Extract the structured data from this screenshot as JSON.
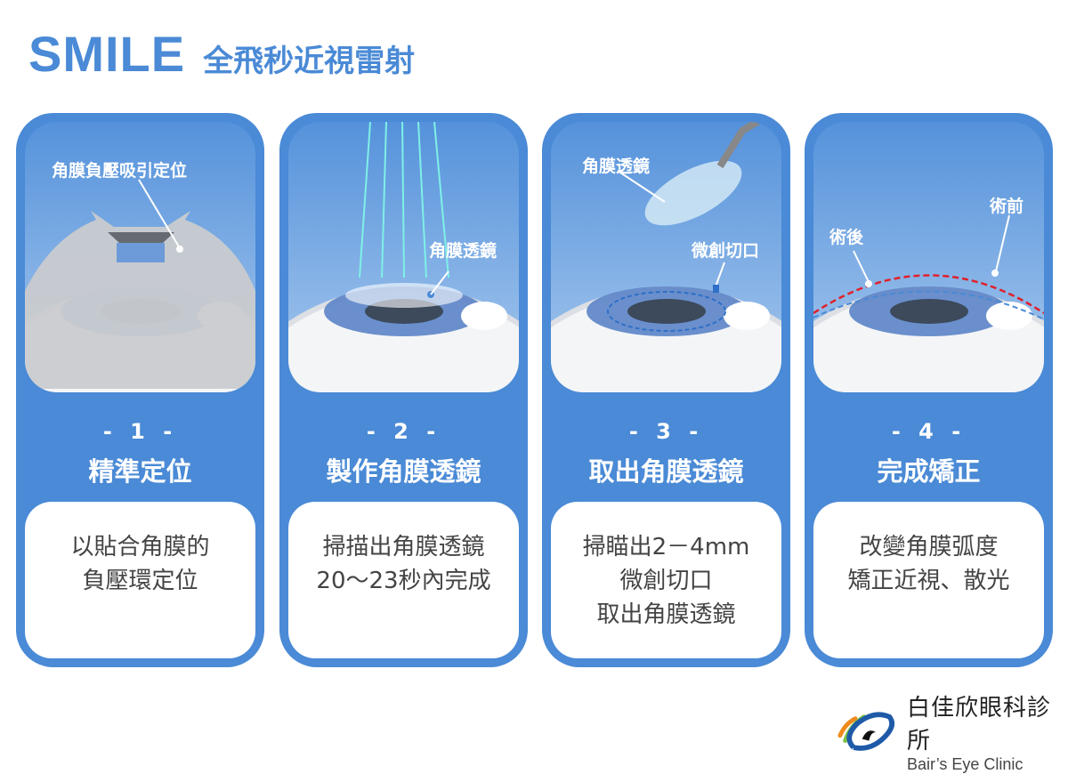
{
  "header": {
    "title_en": "SMILE",
    "title_zh": "全飛秒近視雷射"
  },
  "steps": [
    {
      "step": "- 1 -",
      "title": "精準定位",
      "labels": [
        "角膜負壓吸引定位"
      ],
      "desc": [
        "以貼合角膜的",
        "負壓環定位"
      ]
    },
    {
      "step": "- 2 -",
      "title": "製作角膜透鏡",
      "labels": [
        "角膜透鏡"
      ],
      "desc": [
        "掃描出角膜透鏡",
        "20～23秒內完成"
      ]
    },
    {
      "step": "- 3 -",
      "title": "取出角膜透鏡",
      "labels": [
        "角膜透鏡",
        "微創切口"
      ],
      "desc": [
        "掃瞄出2－4mm",
        "微創切口",
        "取出角膜透鏡"
      ]
    },
    {
      "step": "- 4 -",
      "title": "完成矯正",
      "labels": [
        "術後",
        "術前"
      ],
      "desc": [
        "改變角膜弧度",
        "矯正近視、散光"
      ]
    }
  ],
  "logo": {
    "name_zh": "白佳欣眼科診所",
    "name_en": "Bair’s Eye Clinic"
  },
  "colors": {
    "brand": "#4a8ad6",
    "text": "#444444"
  }
}
